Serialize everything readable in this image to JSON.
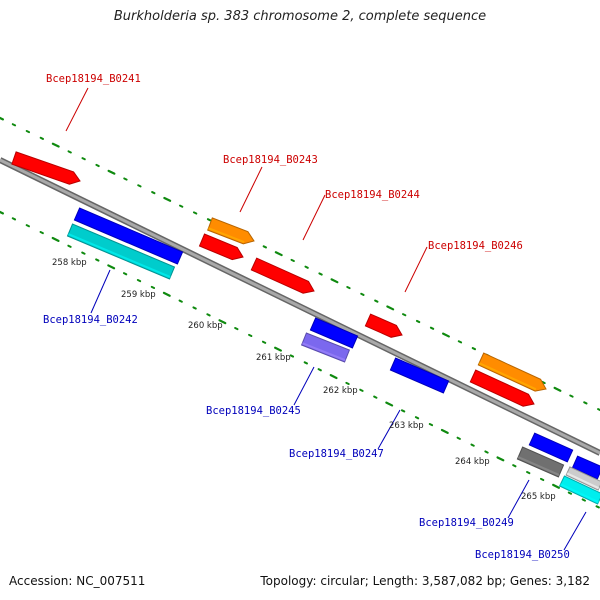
{
  "title": "Burkholderia sp. 383 chromosome 2, complete sequence",
  "footer": {
    "accession": "Accession: NC_007511",
    "summary": "Topology: circular; Length: 3,587,082 bp; Genes: 3,182"
  },
  "colors": {
    "backbone": "#8a8a8a",
    "tick": "#0f8a0f",
    "label_top": "#cc0000",
    "label_bottom": "#0000bb",
    "scale_text": "#222222"
  },
  "scale_labels": [
    "258 kbp",
    "259 kbp",
    "260 kbp",
    "261 kbp",
    "262 kbp",
    "263 kbp",
    "264 kbp",
    "265 kbp"
  ],
  "genes": [
    {
      "id": "Bcep18194_B0241",
      "strand": "+",
      "color": "#ff0000",
      "labeled": true
    },
    {
      "id": "Bcep18194_B0242",
      "strand": "-",
      "color": "#00cccc",
      "labeled": true
    },
    {
      "id": "",
      "strand": "-",
      "color": "#0000ff",
      "labeled": false
    },
    {
      "id": "Bcep18194_B0243",
      "strand": "+",
      "color": "#ff8c00",
      "labeled": true
    },
    {
      "id": "",
      "strand": "+",
      "color": "#ff0000",
      "labeled": false
    },
    {
      "id": "Bcep18194_B0244",
      "strand": "+",
      "color": "#ff0000",
      "labeled": true
    },
    {
      "id": "",
      "strand": "-",
      "color": "#0000ff",
      "labeled": false
    },
    {
      "id": "Bcep18194_B0245",
      "strand": "-",
      "color": "#7b68ee",
      "labeled": true
    },
    {
      "id": "",
      "strand": "+",
      "color": "#ff0000",
      "labeled": false
    },
    {
      "id": "Bcep18194_B0246",
      "strand": "+",
      "color": "#ff8c00",
      "labeled": true
    },
    {
      "id": "",
      "strand": "+",
      "color": "#ff0000",
      "labeled": false
    },
    {
      "id": "Bcep18194_B0247",
      "strand": "-",
      "color": "#0000ff",
      "labeled": true
    },
    {
      "id": "",
      "strand": "-",
      "color": "#0000ff",
      "labeled": false
    },
    {
      "id": "Bcep18194_B0249",
      "strand": "-",
      "color": "#707070",
      "labeled": true
    },
    {
      "id": "",
      "strand": "-",
      "color": "#0000ff",
      "labeled": false
    },
    {
      "id": "",
      "strand": "-",
      "color": "#cccccc",
      "labeled": false
    },
    {
      "id": "Bcep18194_B0250",
      "strand": "-",
      "color": "#00eeee",
      "labeled": true
    }
  ]
}
